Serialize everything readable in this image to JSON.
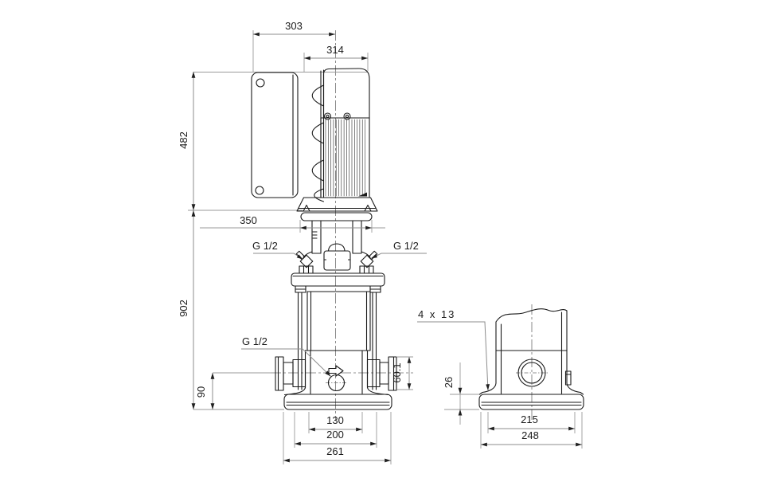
{
  "drawing": {
    "kind": "pump-dimensional-outline",
    "colors": {
      "background": "#ffffff",
      "object_lines": "#1a1a1a",
      "dimension_lines": "#8c8c8c",
      "text": "#1c1c1c"
    },
    "dims": {
      "d303": "303",
      "d314": "314",
      "d482": "482",
      "d350": "350",
      "d902": "902",
      "d90": "90",
      "d60": "60.1",
      "d130": "130",
      "d200": "200",
      "d261": "261",
      "d26": "26",
      "d215": "215",
      "d248": "248",
      "g12_left": "G 1/2",
      "g12_right": "G 1/2",
      "g12_drain": "G 1/2",
      "holes": "4 x 13"
    }
  }
}
